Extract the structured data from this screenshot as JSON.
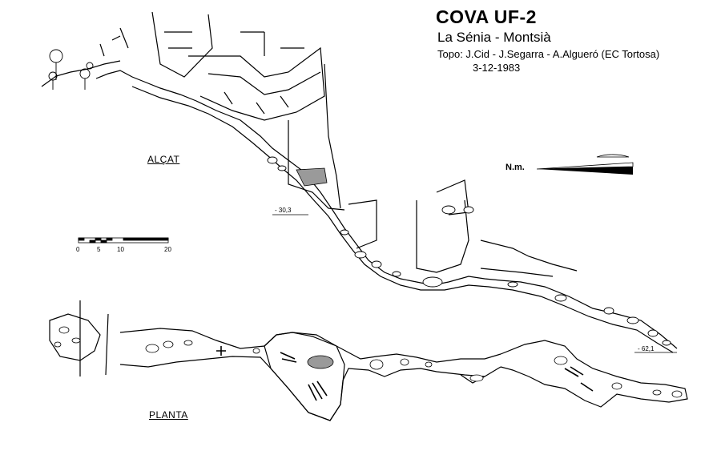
{
  "header": {
    "title": "COVA UF-2",
    "location": "La Sénia - Montsià",
    "credits": "Topo: J.Cid - J.Segarra - A.Algueró   (EC Tortosa)",
    "date": "3-12-1983"
  },
  "views": {
    "elevation_label": "ALÇAT",
    "plan_label": "PLANTA"
  },
  "north_arrow": {
    "label": "N.m."
  },
  "depths": {
    "mid": "- 30,3",
    "bottom": "- 62,1"
  },
  "scale_bar": {
    "ticks": [
      "0",
      "5",
      "10",
      "20"
    ]
  },
  "colors": {
    "ink": "#000000",
    "background": "#ffffff",
    "fill_grey": "#9a9a9a"
  }
}
